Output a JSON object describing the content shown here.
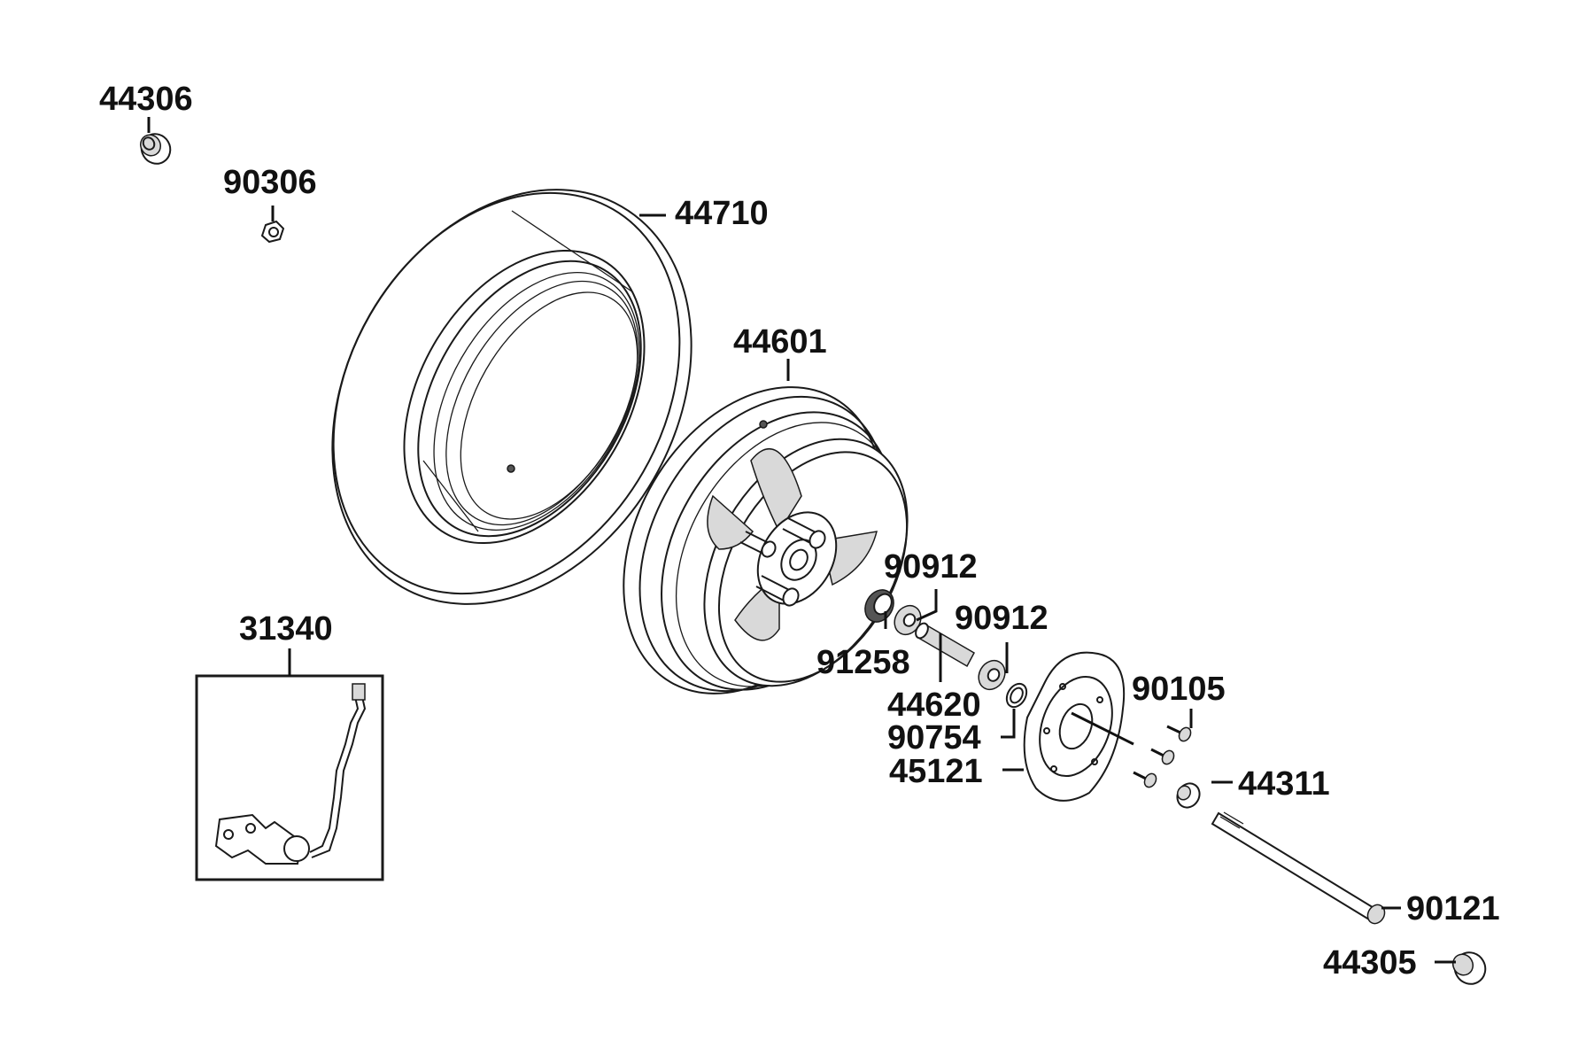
{
  "diagram": {
    "colors": {
      "ink": "#111111",
      "background": "#ffffff",
      "shade": "#d9d9d9"
    },
    "parts": {
      "p44306": "44306",
      "p90306": "90306",
      "p44710": "44710",
      "p44601": "44601",
      "p31340": "31340",
      "p90912a": "90912",
      "p90912b": "90912",
      "p91258": "91258",
      "p44620": "44620",
      "p90754": "90754",
      "p45121": "45121",
      "p90105": "90105",
      "p44311": "44311",
      "p90121": "90121",
      "p44305": "44305"
    }
  }
}
